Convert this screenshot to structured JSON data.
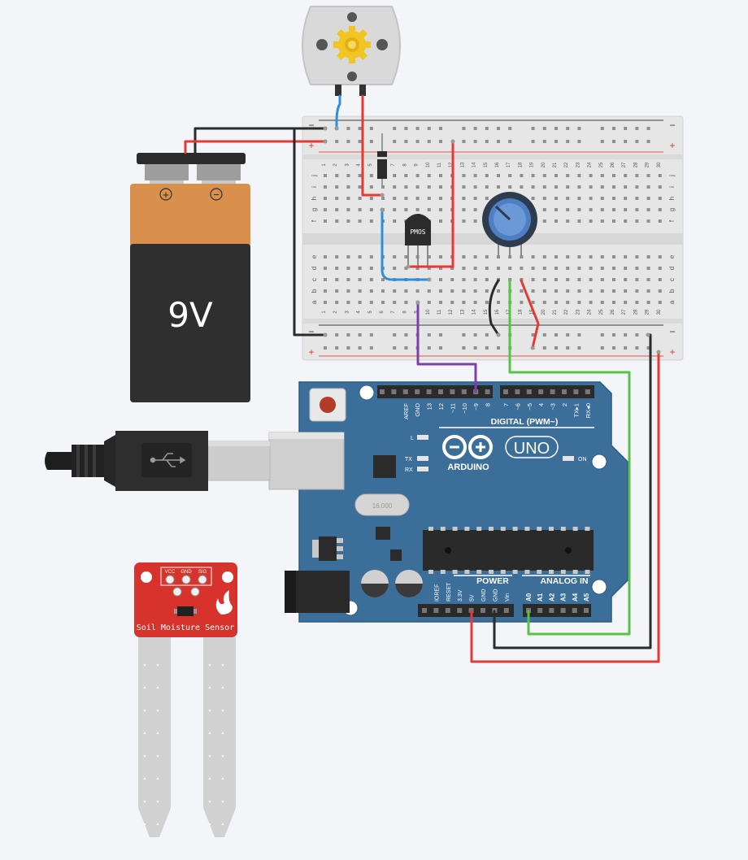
{
  "battery": {
    "label": "9V",
    "plus": "+",
    "minus": "−"
  },
  "breadboard": {
    "rail_plus": "+",
    "rail_minus": "−",
    "columns": [
      "1",
      "2",
      "3",
      "4",
      "5",
      "6",
      "7",
      "8",
      "9",
      "10",
      "11",
      "12",
      "13",
      "14",
      "15",
      "16",
      "17",
      "18",
      "19",
      "20",
      "21",
      "22",
      "23",
      "24",
      "25",
      "26",
      "27",
      "28",
      "29",
      "30"
    ],
    "top_rows": [
      "j",
      "i",
      "h",
      "g",
      "f"
    ],
    "bottom_rows": [
      "e",
      "d",
      "c",
      "b",
      "a"
    ]
  },
  "transistor": {
    "label": "PMOS"
  },
  "arduino": {
    "logo_text": "ARDUINO",
    "model": "UNO",
    "digital_label": "DIGITAL (PWM~)",
    "power_label": "POWER",
    "analog_label": "ANALOG IN",
    "on_label": "ON",
    "l_label": "L",
    "tx_label": "TX",
    "rx_label": "RX",
    "crystal_label": "16.000",
    "digital_pins": [
      "AREF",
      "GND",
      "13",
      "12",
      "~11",
      "~10",
      "~9",
      "8",
      "7",
      "~6",
      "~5",
      "4",
      "~3",
      "2",
      "TX▸1",
      "RX◂0"
    ],
    "power_pins": [
      "IOREF",
      "RESET",
      "3.3V",
      "5V",
      "GND",
      "GND",
      "Vin"
    ],
    "analog_pins": [
      "A0",
      "A1",
      "A2",
      "A3",
      "A4",
      "A5"
    ]
  },
  "sensor": {
    "title": "Soil Moisture Sensor",
    "pins": [
      "VCC",
      "GND",
      "SIG"
    ]
  },
  "colors": {
    "wire_red": "#e53935",
    "wire_black": "#2b2b2b",
    "wire_blue": "#2f8fd8",
    "wire_green": "#57c247",
    "wire_purple": "#7d3fa8",
    "arduino_blue": "#3b6e99",
    "sensor_red": "#d7322b",
    "battery_orange": "#d9904c"
  }
}
